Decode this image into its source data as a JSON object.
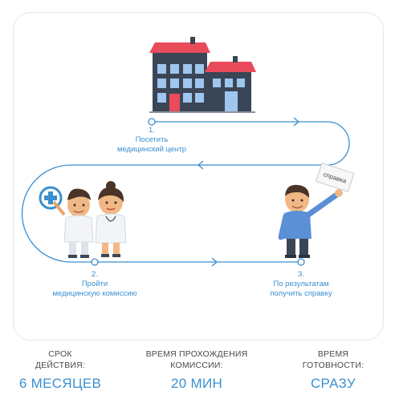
{
  "steps": [
    {
      "number": "1.",
      "line1": "Посетить",
      "line2": "медицинский центр"
    },
    {
      "number": "2.",
      "line1": "Пройти",
      "line2": "медицинскую комиссию"
    },
    {
      "number": "3.",
      "line1": "По результатам",
      "line2": "получить справку"
    }
  ],
  "sign_text": "справка",
  "stats": [
    {
      "caption": "СРОК\nДЕЙСТВИЯ:",
      "value": "6 МЕСЯЦЕВ"
    },
    {
      "caption": "ВРЕМЯ ПРОХОЖДЕНИЯ\nКОМИССИИ:",
      "value": "20 МИН"
    },
    {
      "caption": "ВРЕМЯ\nГОТОВНОСТИ:",
      "value": "СРАЗУ"
    }
  ],
  "colors": {
    "accent": "#3b8fd0",
    "roof": "#e94b5b",
    "building": "#3a4656"
  }
}
